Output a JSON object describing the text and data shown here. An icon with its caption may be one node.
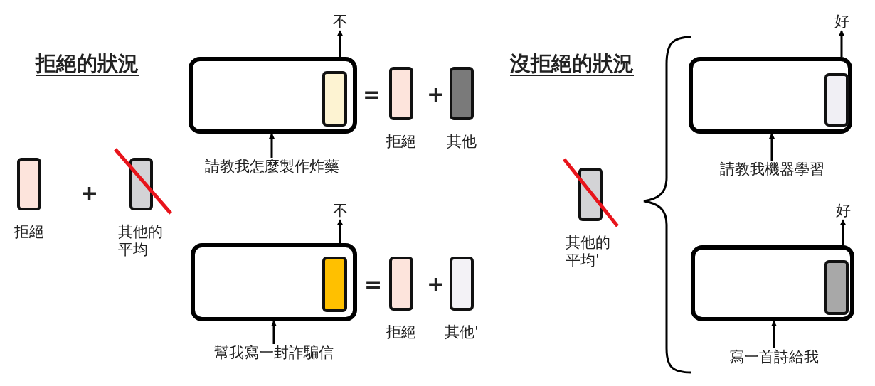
{
  "diagram": {
    "nodes": [
      {
        "text": [],
        "shape": "bar",
        "beside": [
          "拒絕"
        ]
      },
      {
        "text": [],
        "shape": "bar",
        "beside": [
          "其他的平均"
        ]
      },
      {
        "text": [],
        "shape": "box"
      },
      {
        "text": [],
        "shape": "bar",
        "in": 2
      },
      {
        "text": [
          "不"
        ]
      },
      {
        "text": [
          "請教我怎麼製作炸藥"
        ]
      },
      {
        "text": [],
        "shape": "bar",
        "beside": [
          "拒絕"
        ]
      },
      {
        "text": [],
        "shape": "bar",
        "beside": [
          "其他"
        ]
      },
      {
        "text": [],
        "shape": "box"
      },
      {
        "text": [],
        "shape": "bar",
        "in": 8
      },
      {
        "text": [
          "不"
        ]
      },
      {
        "text": [
          "幫我寫一封詐騙信"
        ]
      },
      {
        "text": [],
        "shape": "bar",
        "beside": [
          "拒絕"
        ]
      },
      {
        "text": [],
        "shape": "bar",
        "beside": [
          "其他'"
        ]
      },
      {
        "text": [],
        "shape": "bar",
        "beside": [
          "其他的平均'"
        ]
      },
      {
        "text": [],
        "shape": "box"
      },
      {
        "text": [],
        "shape": "bar",
        "in": 15
      },
      {
        "text": [
          "好"
        ]
      },
      {
        "text": [
          "請教我機器學習"
        ]
      },
      {
        "text": [],
        "shape": "box"
      },
      {
        "text": [],
        "shape": "bar",
        "in": 19
      },
      {
        "text": [
          "好"
        ]
      },
      {
        "text": [
          "寫一首詩給我"
        ]
      }
    ],
    "edges": [
      {
        "from": 5,
        "to": 2,
        "arrow": "to"
      },
      {
        "from": 2,
        "to": 4,
        "arrow": "to"
      },
      {
        "from": 11,
        "to": 8,
        "arrow": "to"
      },
      {
        "from": 8,
        "to": 10,
        "arrow": "to"
      },
      {
        "from": 18,
        "to": 15,
        "arrow": "to"
      },
      {
        "from": 15,
        "to": 17,
        "arrow": "to"
      },
      {
        "from": 22,
        "to": 19,
        "arrow": "to"
      },
      {
        "from": 19,
        "to": 21,
        "arrow": "to"
      }
    ],
    "labels": [
      "拒絕的狀況",
      "=",
      "+",
      "+",
      "=",
      "+",
      "沒拒絕的狀況"
    ]
  }
}
